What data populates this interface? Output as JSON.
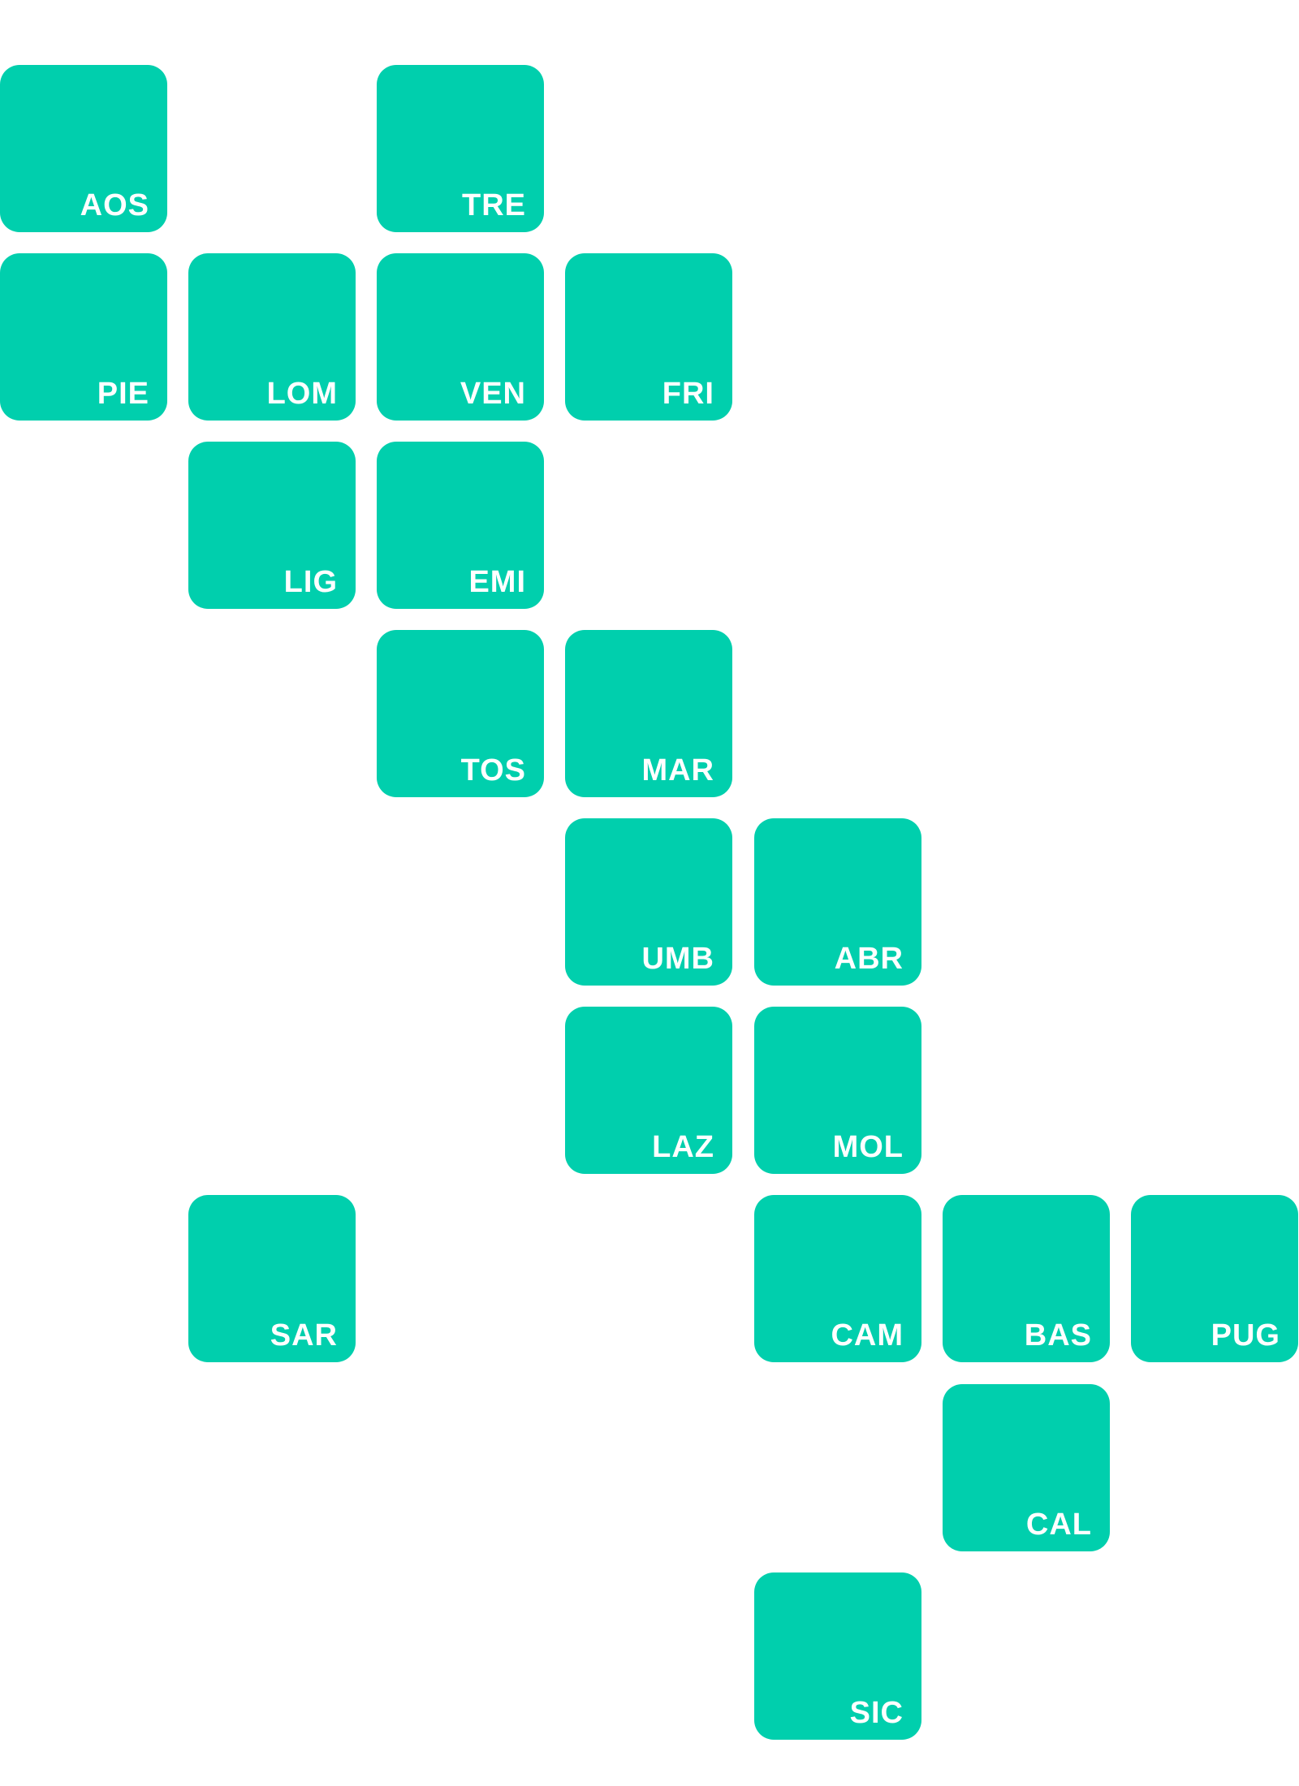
{
  "map": {
    "tile_color": "#00CFAD",
    "label_color": "#FFFFFF",
    "regions": [
      {
        "code": "AOS"
      },
      {
        "code": "TRE"
      },
      {
        "code": "PIE"
      },
      {
        "code": "LOM"
      },
      {
        "code": "VEN"
      },
      {
        "code": "FRI"
      },
      {
        "code": "LIG"
      },
      {
        "code": "EMI"
      },
      {
        "code": "TOS"
      },
      {
        "code": "MAR"
      },
      {
        "code": "UMB"
      },
      {
        "code": "ABR"
      },
      {
        "code": "LAZ"
      },
      {
        "code": "MOL"
      },
      {
        "code": "SAR"
      },
      {
        "code": "CAM"
      },
      {
        "code": "BAS"
      },
      {
        "code": "PUG"
      },
      {
        "code": "CAL"
      },
      {
        "code": "SIC"
      }
    ]
  }
}
